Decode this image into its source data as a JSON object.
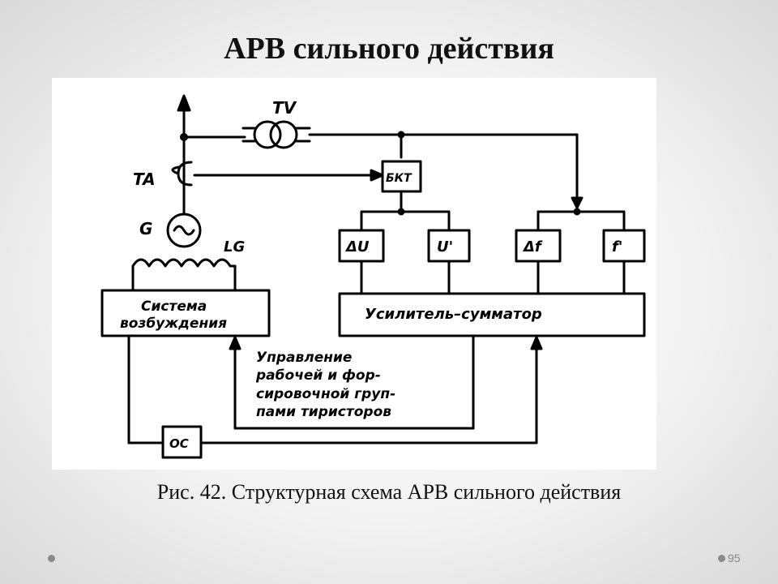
{
  "slide": {
    "title": "АРВ сильного действия",
    "caption": "Рис. 42. Структурная схема АРВ сильного действия",
    "page_number": "95"
  },
  "diagram": {
    "labels": {
      "tv": "TV",
      "ta": "TA",
      "g": "G",
      "lg": "LG",
      "bkt": "БКТ",
      "delta_u": "ΔU",
      "u_prime": "U'",
      "delta_f": "Δf",
      "f_prime": "f'",
      "excitation_line1": "Система",
      "excitation_line2": "возбуждения",
      "amplifier": "Усилитель–сумматор",
      "control_line1": "Управление",
      "control_line2": "рабочей и фор-",
      "control_line3": "сировочной груп-",
      "control_line4": "пами тиристоров",
      "oc": "ОС"
    }
  }
}
